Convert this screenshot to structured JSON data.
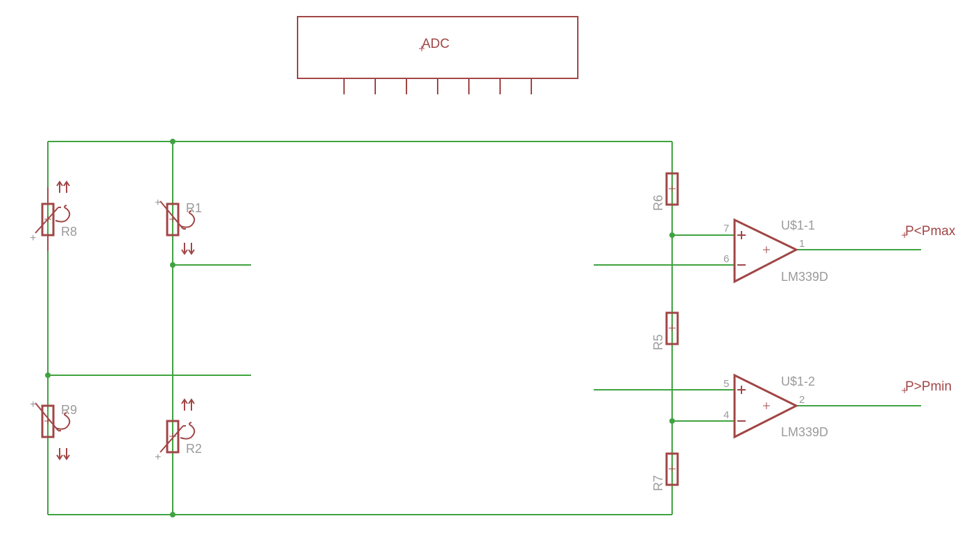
{
  "adc": {
    "label": "ADC"
  },
  "resistors": {
    "r1": "R1",
    "r2": "R2",
    "r5": "R5",
    "r6": "R6",
    "r7": "R7",
    "r8": "R8",
    "r9": "R9"
  },
  "comparators": [
    {
      "name": "U$1-1",
      "value": "LM339D",
      "pin_plus": "7",
      "pin_minus": "6",
      "pin_out": "1"
    },
    {
      "name": "U$1-2",
      "value": "LM339D",
      "pin_plus": "5",
      "pin_minus": "4",
      "pin_out": "2"
    }
  ],
  "nets": {
    "out1": "P<Pmax",
    "out2": "P>Pmin"
  },
  "colors": {
    "wire": "#3fa33f",
    "symbol": "#a04646",
    "label": "#9a9a9a"
  }
}
